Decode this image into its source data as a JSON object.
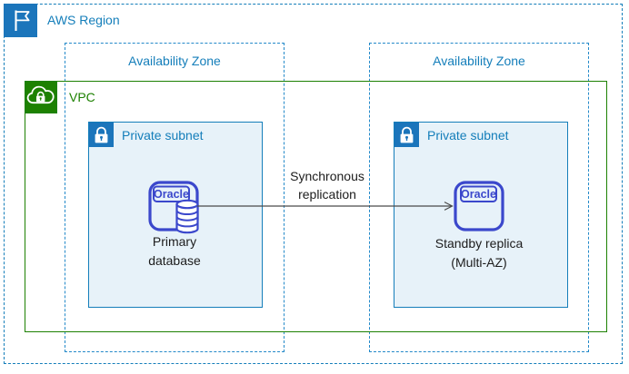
{
  "region": {
    "label": "AWS Region",
    "icon": "flag-icon"
  },
  "availability_zones": [
    {
      "label": "Availability Zone"
    },
    {
      "label": "Availability Zone"
    }
  ],
  "vpc": {
    "label": "VPC",
    "icon": "cloud-lock-icon"
  },
  "subnets": [
    {
      "label": "Private subnet",
      "icon": "lock-icon"
    },
    {
      "label": "Private subnet",
      "icon": "lock-icon"
    }
  ],
  "databases": [
    {
      "engine_label": "Oracle",
      "caption": "Primary\ndatabase",
      "icon": "oracle-database-instance-icon"
    },
    {
      "engine_label": "Oracle",
      "caption": "Standby replica\n(Multi-AZ)",
      "icon": "oracle-instance-icon"
    }
  ],
  "connection": {
    "caption": "Synchronous\nreplication",
    "direction": "left-to-right"
  },
  "colors": {
    "region_blue": "#147EBA",
    "header_square_blue": "#1B75BB",
    "az_blue": "#2389C9",
    "vpc_green": "#1D8102",
    "subnet_fill": "#E7F2F9",
    "database_indigo": "#3B48CC",
    "arrow_gray": "#4A4A4A",
    "caption_text": "#1C1C1C"
  }
}
